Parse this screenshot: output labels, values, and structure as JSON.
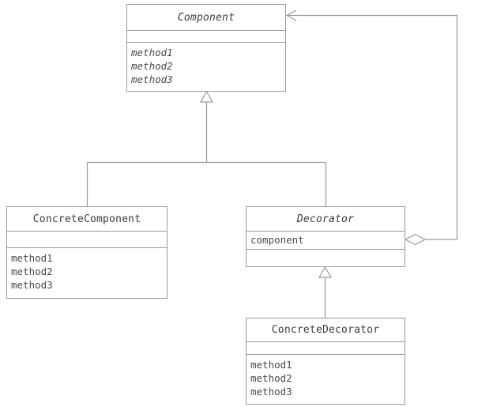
{
  "diagram": {
    "kind": "uml-class-diagram",
    "pattern_name": "Decorator",
    "background_color": "#ffffff",
    "line_color": "#9a9a9a",
    "text_color": "#3b3b3b"
  },
  "classes": {
    "component": {
      "name": "Component",
      "abstract": true,
      "attributes": [],
      "operations": [
        "method1",
        "method2",
        "method3"
      ],
      "operations_abstract": true
    },
    "concrete_component": {
      "name": "ConcreteComponent",
      "abstract": false,
      "attributes": [],
      "operations": [
        "method1",
        "method2",
        "method3"
      ],
      "operations_abstract": false
    },
    "decorator": {
      "name": "Decorator",
      "abstract": true,
      "attributes": [
        "component"
      ],
      "operations": [],
      "operations_abstract": false
    },
    "concrete_decorator": {
      "name": "ConcreteDecorator",
      "abstract": false,
      "attributes": [],
      "operations": [
        "method1",
        "method2",
        "method3"
      ],
      "operations_abstract": false
    }
  },
  "relations": [
    {
      "id": "generalization-concrete-component",
      "type": "generalization",
      "from": "ConcreteComponent",
      "to": "Component",
      "marker": "hollow-triangle"
    },
    {
      "id": "generalization-decorator",
      "type": "generalization",
      "from": "Decorator",
      "to": "Component",
      "marker": "hollow-triangle"
    },
    {
      "id": "generalization-concrete-decorator",
      "type": "generalization",
      "from": "ConcreteDecorator",
      "to": "Decorator",
      "marker": "hollow-triangle"
    },
    {
      "id": "aggregation-decorator-component",
      "type": "aggregation",
      "from": "Decorator",
      "to": "Component",
      "marker": "hollow-diamond",
      "arrow": "open-arrow"
    }
  ]
}
